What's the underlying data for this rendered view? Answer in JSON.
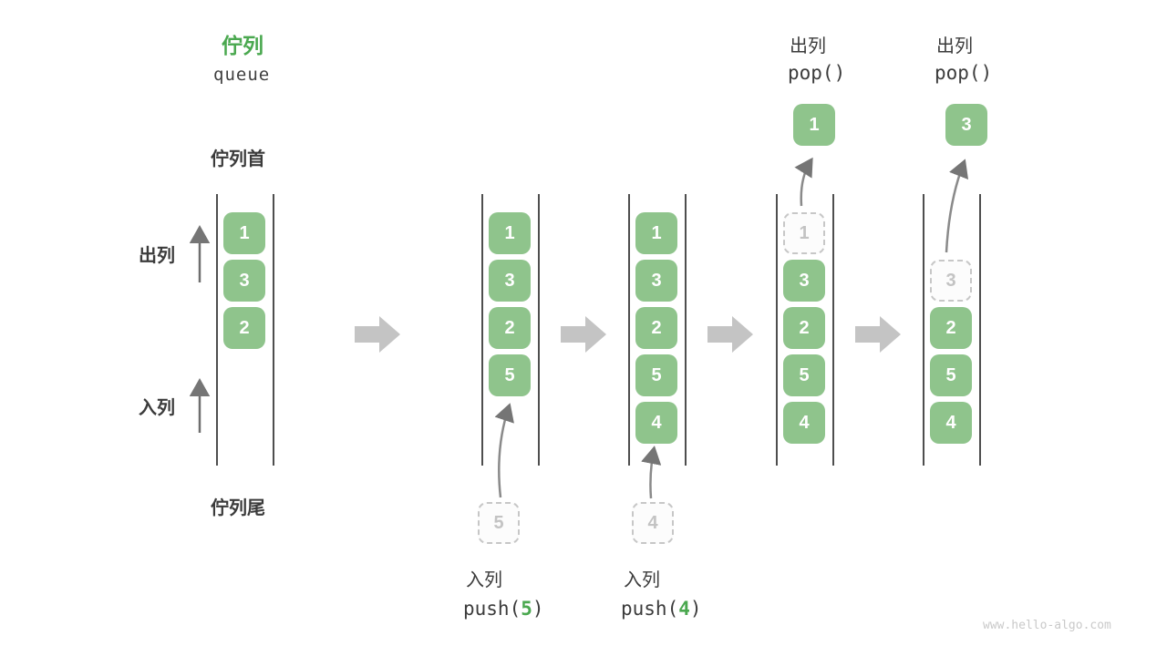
{
  "page": {
    "watermark": "www.hello-algo.com"
  },
  "title": {
    "zh": "佇列",
    "en": "queue"
  },
  "labels": {
    "front": "佇列首",
    "rear": "佇列尾",
    "dequeue_side": "出列",
    "enqueue_side": "入列"
  },
  "colors": {
    "box_green": "#8fc48c",
    "title_green": "#4aa84f",
    "dark_text": "#3b3b3b",
    "block_arrow_gray": "#c4c4c4",
    "thin_arrow_gray": "#757575",
    "dashed_gray": "#c7c7c7"
  },
  "columns": [
    {
      "name": "state-1",
      "boxes": [
        "1",
        "3",
        "2"
      ]
    },
    {
      "name": "state-2-after-push-5",
      "boxes": [
        "1",
        "3",
        "2",
        "5"
      ],
      "incoming_value": "5",
      "op": {
        "label": "入列",
        "fn": "push(",
        "arg": "5",
        "close": ")"
      }
    },
    {
      "name": "state-3-after-push-4",
      "boxes": [
        "1",
        "3",
        "2",
        "5",
        "4"
      ],
      "incoming_value": "4",
      "op": {
        "label": "入列",
        "fn": "push(",
        "arg": "4",
        "close": ")"
      }
    },
    {
      "name": "state-4-after-pop-1",
      "removed_value": "1",
      "boxes": [
        "3",
        "2",
        "5",
        "4"
      ],
      "popped_value": "1",
      "op": {
        "label": "出列",
        "fn": "pop()"
      }
    },
    {
      "name": "state-5-after-pop-3",
      "removed_value": "3",
      "boxes": [
        "2",
        "5",
        "4"
      ],
      "popped_value": "3",
      "op": {
        "label": "出列",
        "fn": "pop()"
      }
    }
  ]
}
